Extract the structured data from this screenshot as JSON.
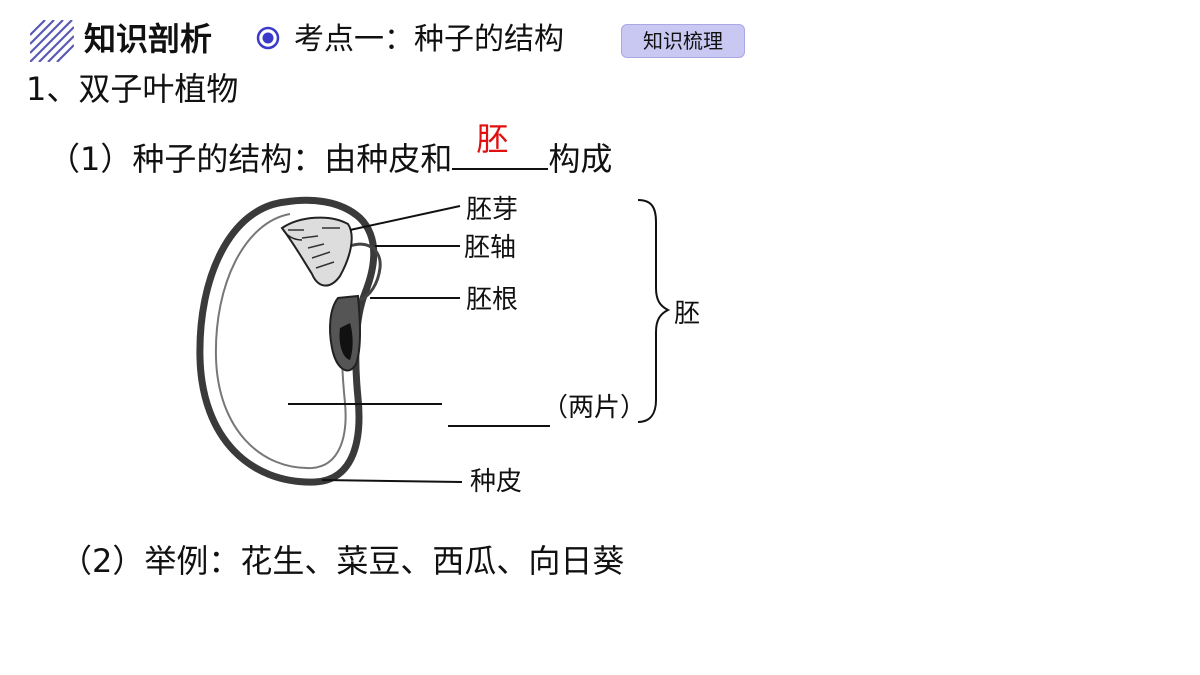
{
  "header": {
    "section_title": "知识剖析",
    "topic": "考点一：种子的结构",
    "tag_button": "知识梳理"
  },
  "heading1": "1、双子叶植物",
  "point1": {
    "prefix": "（1）种子的结构：由种皮和",
    "answer": "胚",
    "suffix": "构成"
  },
  "diagram": {
    "labels": {
      "plumule": "胚芽",
      "hypocotyl": "胚轴",
      "radicle": "胚根",
      "embryo": "胚",
      "cotyledon_note": "（两片）",
      "seed_coat": "种皮"
    }
  },
  "point2": "（2）举例：花生、菜豆、西瓜、向日葵",
  "colors": {
    "answer_red": "#e01010",
    "tag_purple": "#c9c8f3",
    "radio_blue": "#3b3bc9"
  }
}
